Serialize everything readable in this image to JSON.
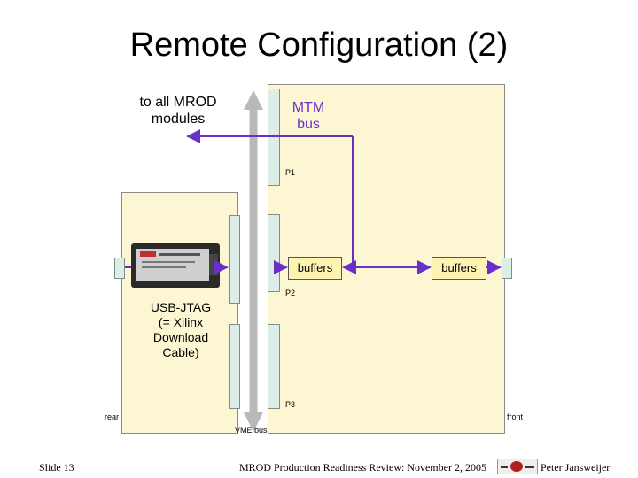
{
  "title": "Remote Configuration (2)",
  "labels": {
    "mrod": "to all MROD\nmodules",
    "mtm": "MTM\nbus",
    "p1": "P1",
    "p2": "P2",
    "p3": "P3",
    "usb_jtag": "USB-JTAG\n(= Xilinx\nDownload\nCable)",
    "rear": "rear",
    "front": "front",
    "vme_bus": "VME bus"
  },
  "buffers": {
    "left": "buffers",
    "right": "buffers"
  },
  "footer": {
    "slide": "Slide 13",
    "center": "MROD Production Readiness Review: November 2, 2005",
    "author": "Peter Jansweijer"
  },
  "colors": {
    "bus_line": "#6a2fc8",
    "panel": "#fcf7d2",
    "arrow": "#b9b9b9"
  }
}
